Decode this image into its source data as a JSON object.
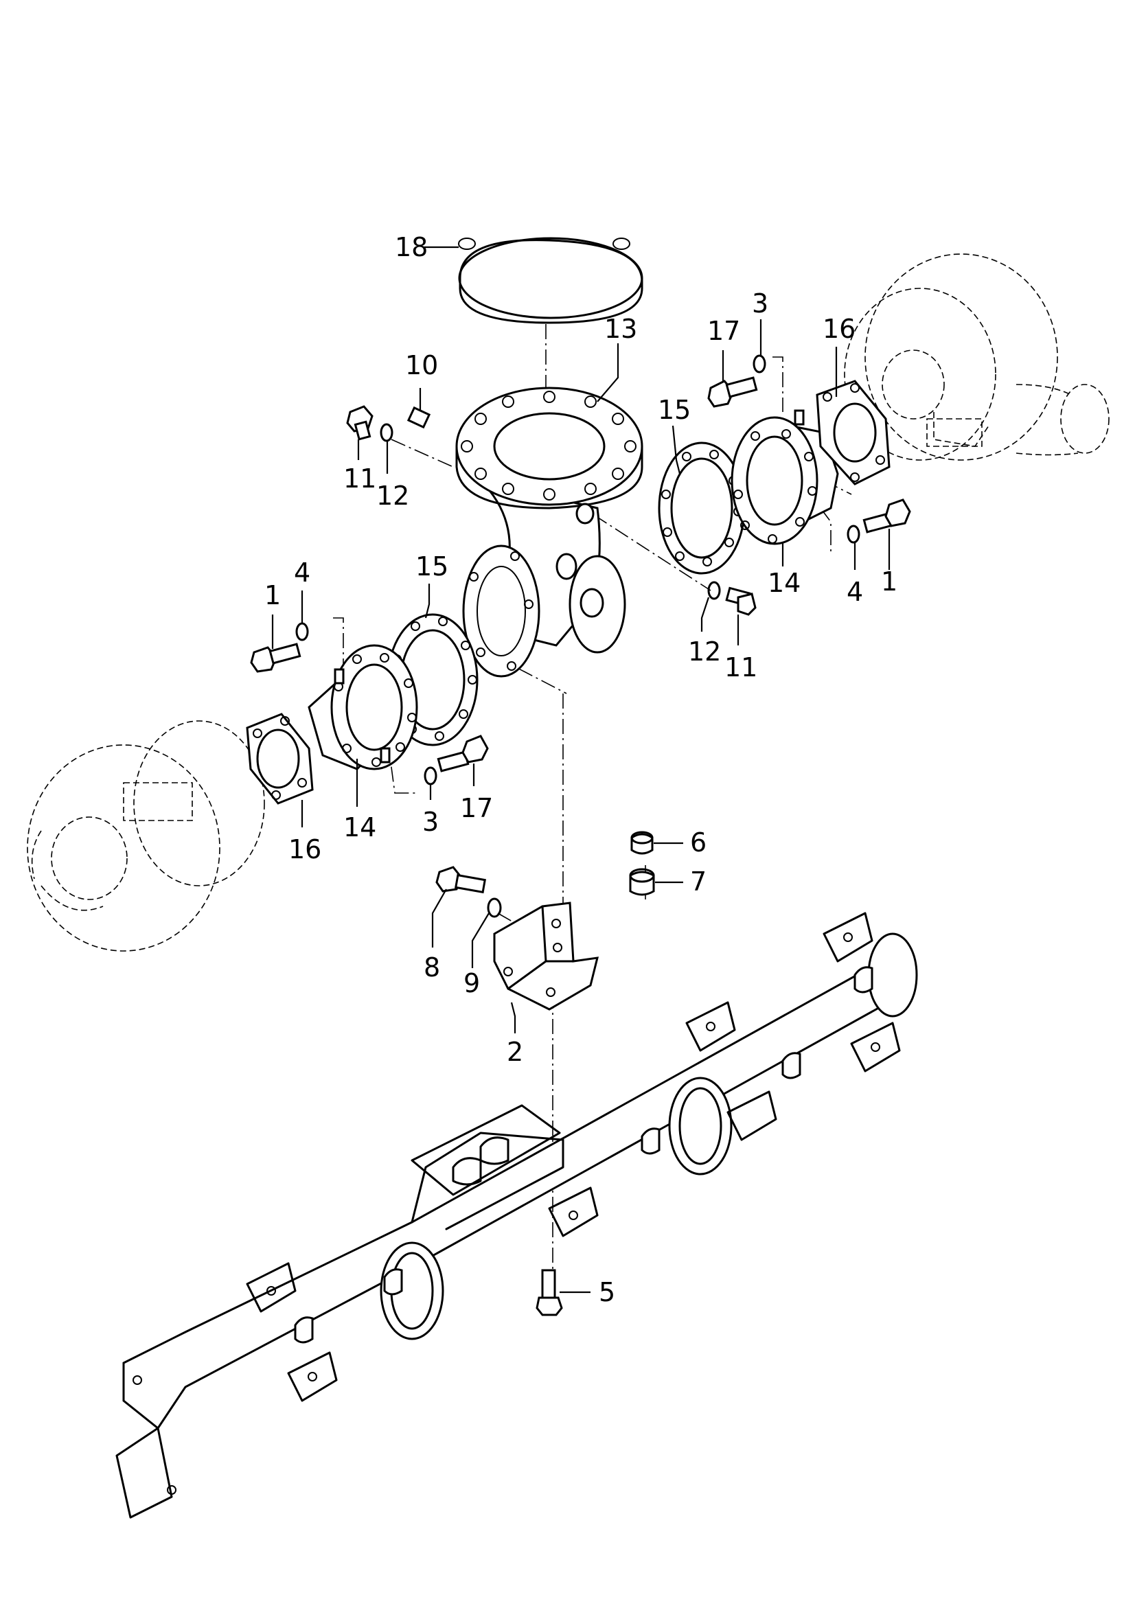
{
  "callouts": [
    {
      "id": "lbl-18",
      "text": "18"
    },
    {
      "id": "lbl-13",
      "text": "13"
    },
    {
      "id": "lbl-10",
      "text": "10"
    },
    {
      "id": "lbl-11a",
      "text": "11"
    },
    {
      "id": "lbl-12a",
      "text": "12"
    },
    {
      "id": "lbl-17a",
      "text": "17"
    },
    {
      "id": "lbl-3a",
      "text": "3"
    },
    {
      "id": "lbl-16a",
      "text": "16"
    },
    {
      "id": "lbl-15a",
      "text": "15"
    },
    {
      "id": "lbl-14a",
      "text": "14"
    },
    {
      "id": "lbl-4a",
      "text": "4"
    },
    {
      "id": "lbl-1a",
      "text": "1"
    },
    {
      "id": "lbl-12b",
      "text": "12"
    },
    {
      "id": "lbl-11b",
      "text": "11"
    },
    {
      "id": "lbl-1b",
      "text": "1"
    },
    {
      "id": "lbl-4b",
      "text": "4"
    },
    {
      "id": "lbl-15b",
      "text": "15"
    },
    {
      "id": "lbl-17b",
      "text": "17"
    },
    {
      "id": "lbl-3b",
      "text": "3"
    },
    {
      "id": "lbl-14b",
      "text": "14"
    },
    {
      "id": "lbl-16b",
      "text": "16"
    },
    {
      "id": "lbl-6",
      "text": "6"
    },
    {
      "id": "lbl-7",
      "text": "7"
    },
    {
      "id": "lbl-8",
      "text": "8"
    },
    {
      "id": "lbl-9",
      "text": "9"
    },
    {
      "id": "lbl-2",
      "text": "2"
    },
    {
      "id": "lbl-5",
      "text": "5"
    }
  ]
}
